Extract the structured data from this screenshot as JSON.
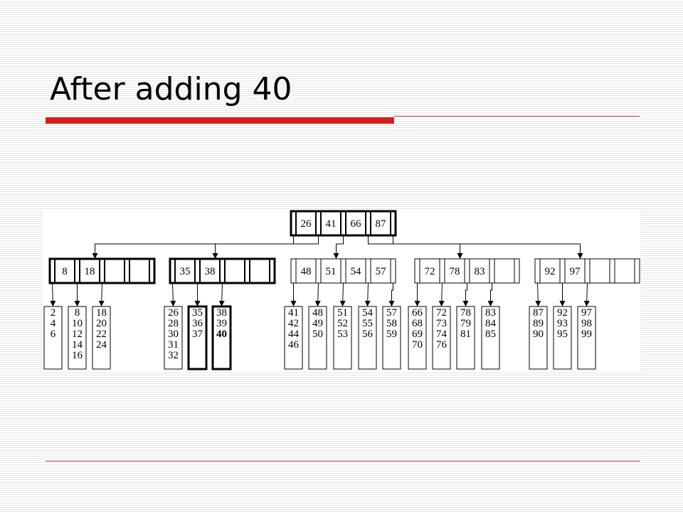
{
  "slide": {
    "title": "After adding 40",
    "accent_color": "#d71e1e",
    "rule_color": "#b44a4a"
  },
  "diagram": {
    "type": "b-tree",
    "root": {
      "keys": [
        "26",
        "41",
        "66",
        "87"
      ],
      "highlighted": true
    },
    "internal_nodes": [
      {
        "keys": [
          "8",
          "18"
        ],
        "highlighted": true
      },
      {
        "keys": [
          "35",
          "38"
        ],
        "highlighted": true
      },
      {
        "keys": [
          "48",
          "51",
          "54",
          "57"
        ],
        "highlighted": false
      },
      {
        "keys": [
          "72",
          "78",
          "83"
        ],
        "highlighted": false
      },
      {
        "keys": [
          "92",
          "97"
        ],
        "highlighted": false
      }
    ],
    "leaf_groups": [
      [
        {
          "values": [
            "2",
            "4",
            "6"
          ]
        },
        {
          "values": [
            "8",
            "10",
            "12",
            "14",
            "16"
          ]
        },
        {
          "values": [
            "18",
            "20",
            "22",
            "24"
          ]
        }
      ],
      [
        {
          "values": [
            "26",
            "28",
            "30",
            "31",
            "32"
          ]
        },
        {
          "values": [
            "35",
            "36",
            "37"
          ],
          "highlighted": true
        },
        {
          "values": [
            "38",
            "39",
            "40"
          ],
          "highlighted": true,
          "bold_value": "40"
        }
      ],
      [
        {
          "values": [
            "41",
            "42",
            "44",
            "46"
          ]
        },
        {
          "values": [
            "48",
            "49",
            "50"
          ]
        },
        {
          "values": [
            "51",
            "52",
            "53"
          ]
        },
        {
          "values": [
            "54",
            "55",
            "56"
          ]
        },
        {
          "values": [
            "57",
            "58",
            "59"
          ]
        }
      ],
      [
        {
          "values": [
            "66",
            "68",
            "69",
            "70"
          ]
        },
        {
          "values": [
            "72",
            "73",
            "74",
            "76"
          ]
        },
        {
          "values": [
            "78",
            "79",
            "81"
          ]
        },
        {
          "values": [
            "83",
            "84",
            "85"
          ]
        }
      ],
      [
        {
          "values": [
            "87",
            "89",
            "90"
          ]
        },
        {
          "values": [
            "92",
            "93",
            "95"
          ]
        },
        {
          "values": [
            "97",
            "98",
            "99"
          ]
        }
      ]
    ]
  }
}
